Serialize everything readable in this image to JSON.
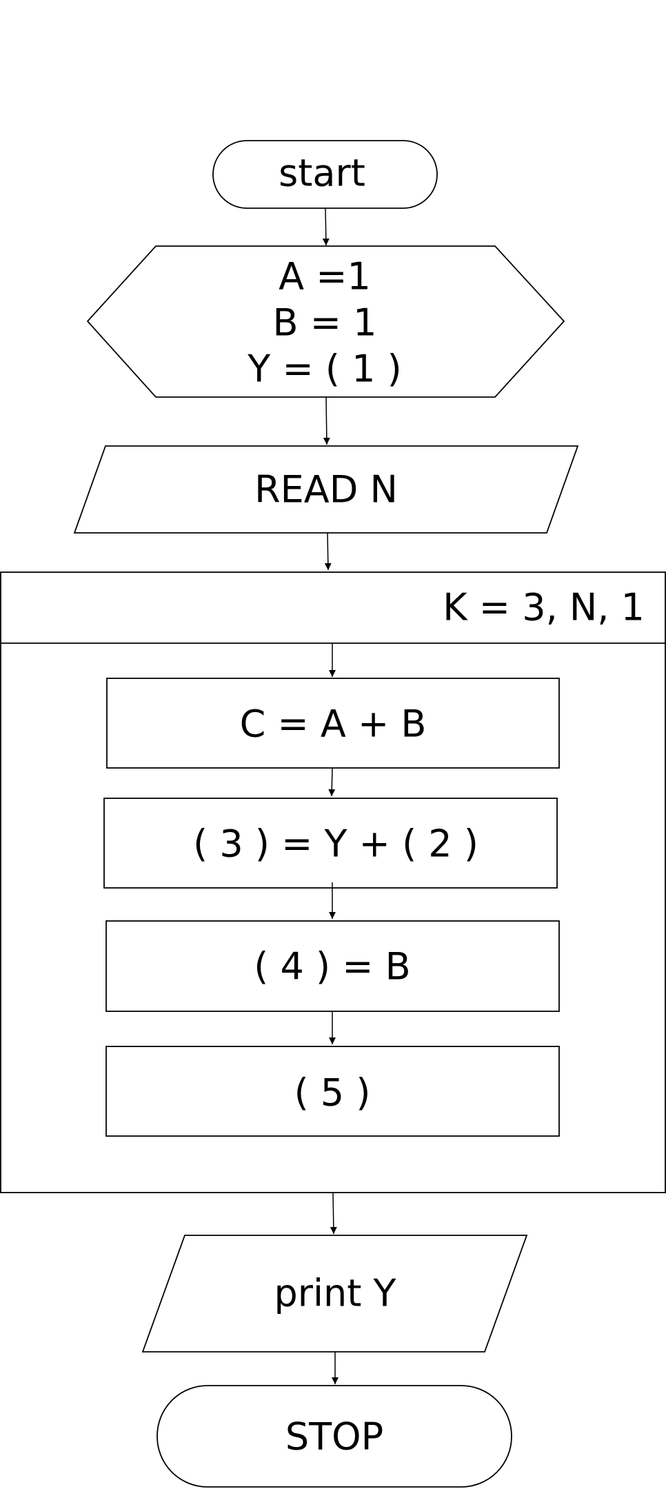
{
  "flowchart": {
    "start_label": "start",
    "init": {
      "line1": "A =1",
      "line2": "B = 1",
      "line3": "Y = ( 1 )"
    },
    "read_label": "READ N",
    "loop_header": "K = 3, N, 1",
    "step1": "C = A + B",
    "step2": "( 3 ) = Y + ( 2 )",
    "step3": "( 4 ) = B",
    "step4": "( 5 )",
    "print_label": "print Y",
    "stop_label": "STOP"
  }
}
